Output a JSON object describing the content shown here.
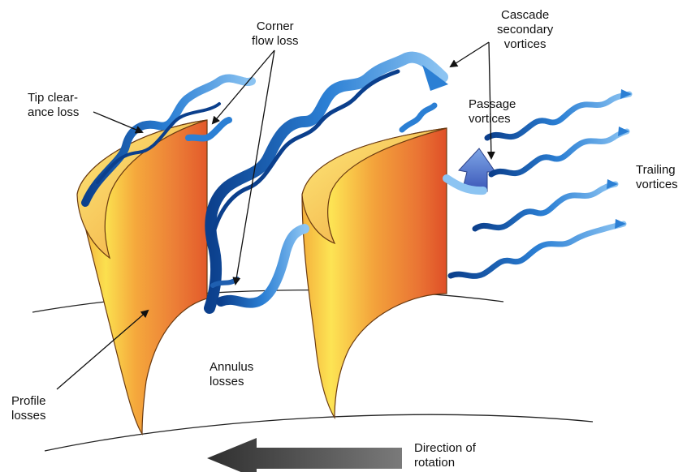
{
  "labels": {
    "corner_flow_loss": "Corner\nflow loss",
    "cascade_secondary_vortices": "Cascade\nsecondary\nvortices",
    "tip_clearance_loss": "Tip clear-\nance loss",
    "passage_vortices": "Passage\nvortices",
    "trailing_vortices": "Trailing\nvortices",
    "annulus_losses": "Annulus\nlosses",
    "profile_losses": "Profile\nlosses",
    "direction_of_rotation": "Direction of\nrotation"
  },
  "colors": {
    "ribbon_dark": "#0b3f8c",
    "ribbon_mid": "#2b7fd4",
    "ribbon_light": "#8cc4f2",
    "blade_yellow": "#f9d84a",
    "blade_orange": "#ef8a34",
    "blade_red": "#e0562a",
    "arrow_gray": "#4a4a4a"
  },
  "icons": {
    "rotation_arrow": "left-arrow-icon"
  }
}
